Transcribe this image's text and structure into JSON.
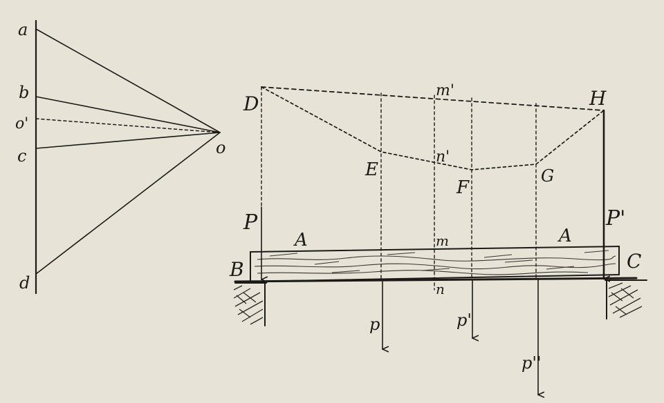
{
  "force_polygon": {
    "labels": {
      "a": "a",
      "b": "b",
      "o_prime": "o'",
      "c": "c",
      "d": "d",
      "o": "o"
    }
  },
  "funicular": {
    "points": {
      "D": "D",
      "H": "H",
      "E": "E",
      "F": "F",
      "G": "G",
      "m_prime": "m'",
      "n_prime": "n'"
    }
  },
  "beam": {
    "beam_labels": {
      "A_left": "A",
      "A_right": "A",
      "m": "m",
      "n": "n"
    },
    "supports": {
      "B": "B",
      "C": "C"
    },
    "reactions": {
      "P": "P",
      "P_prime": "P'"
    },
    "loads": {
      "p": "p",
      "p_prime": "p'",
      "p_double_prime": "p''"
    }
  }
}
